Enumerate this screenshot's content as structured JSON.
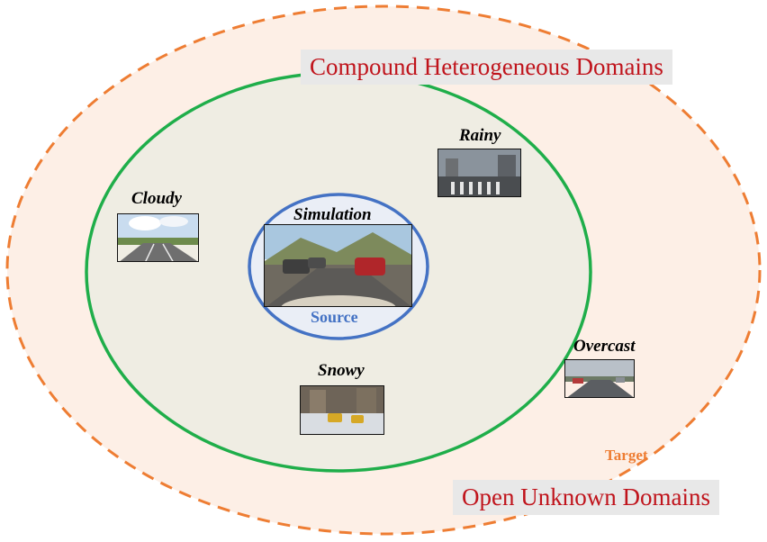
{
  "outer_region": {
    "title": "Open Unknown Domains",
    "caption": "Target"
  },
  "inner_region": {
    "title": "Compound Heterogeneous Domains"
  },
  "source_region": {
    "title": "Simulation",
    "caption": "Source"
  },
  "domains": [
    {
      "label": "Cloudy"
    },
    {
      "label": "Rainy"
    },
    {
      "label": "Snowy"
    },
    {
      "label": "Overcast"
    }
  ],
  "colors": {
    "outer_dash": "#ee7d33",
    "outer_fill": "#fdefe6",
    "inner_ring": "#1fae4a",
    "inner_fill": "#efede3",
    "source_ring": "#4472c4",
    "source_text": "#4472c4",
    "title_text": "#c0141c",
    "title_bg": "#e8e8e8",
    "target_text": "#ee7d33"
  }
}
